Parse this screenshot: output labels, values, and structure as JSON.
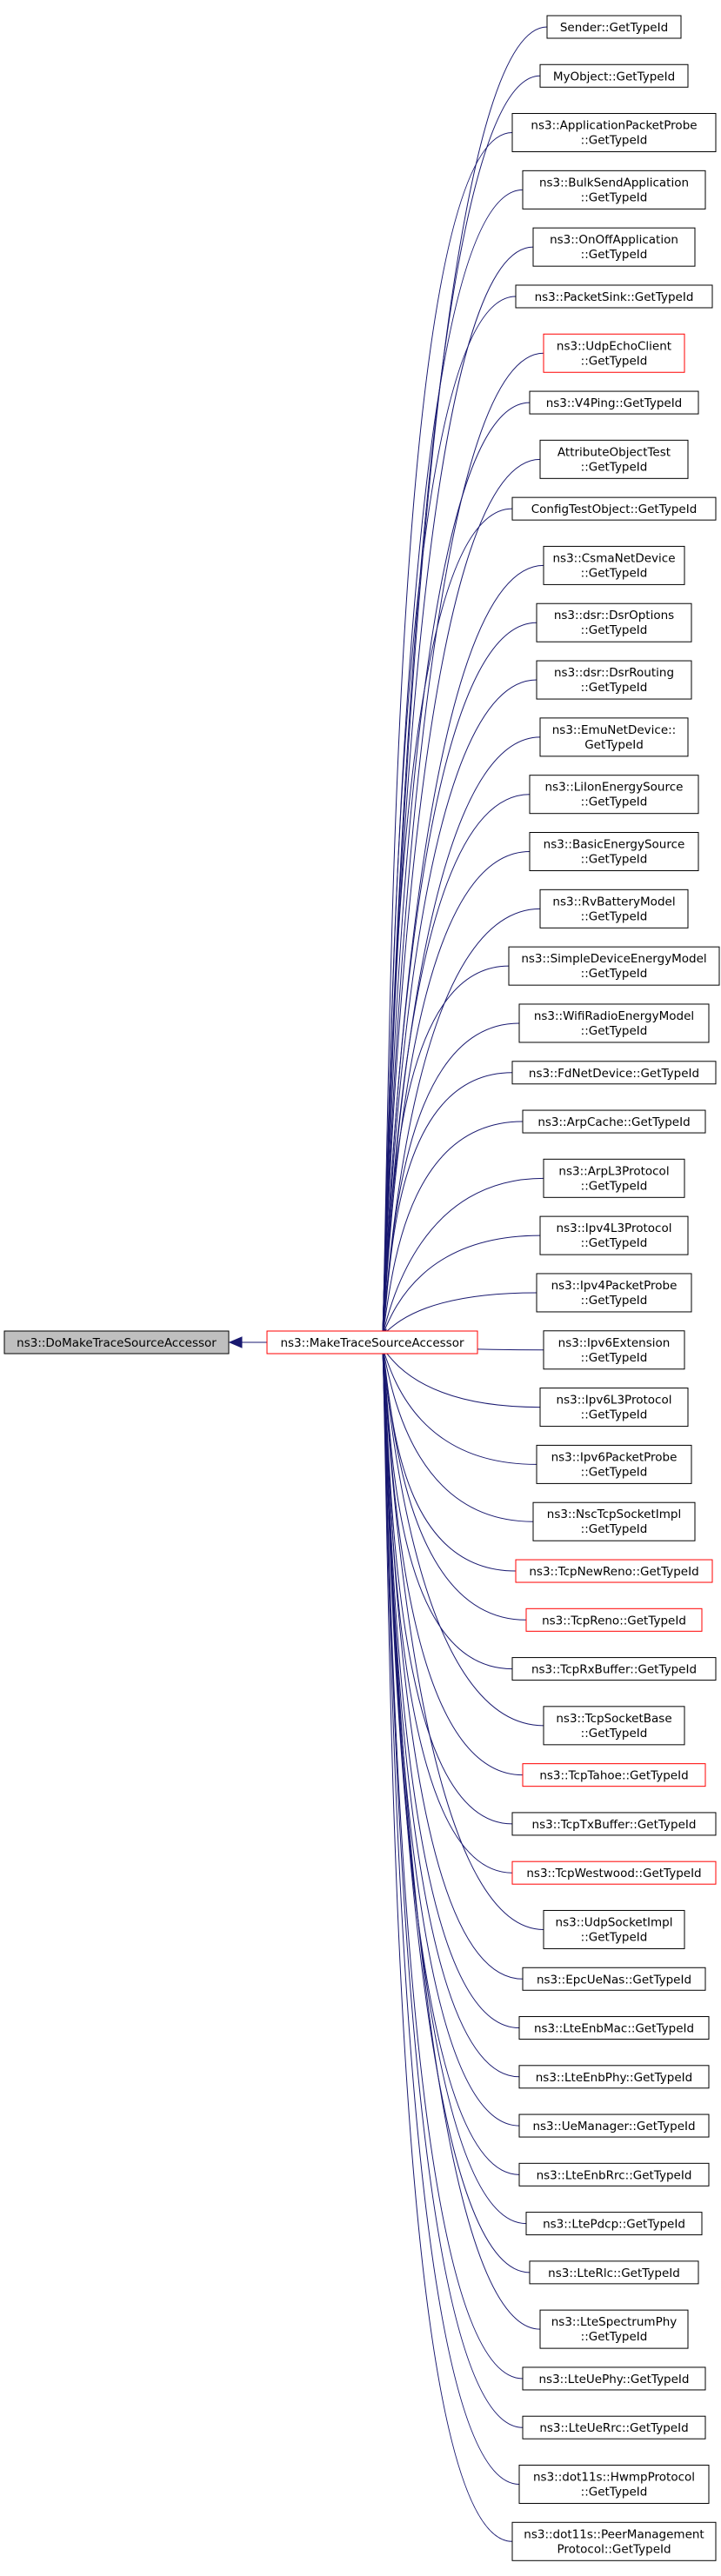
{
  "root": {
    "label": [
      "ns3::DoMakeTraceSourceAccessor"
    ],
    "highlight": "root"
  },
  "hub": {
    "label": [
      "ns3::MakeTraceSourceAccessor"
    ],
    "highlight": "red"
  },
  "colors": {
    "edge": "#191970",
    "root_fill": "#bfbfbf",
    "red_border": "#ff0000",
    "border": "#000000"
  },
  "nodes": [
    {
      "label": [
        "Sender::GetTypeId"
      ],
      "red": false
    },
    {
      "label": [
        "MyObject::GetTypeId"
      ],
      "red": false
    },
    {
      "label": [
        "ns3::ApplicationPacketProbe",
        "::GetTypeId"
      ],
      "red": false
    },
    {
      "label": [
        "ns3::BulkSendApplication",
        "::GetTypeId"
      ],
      "red": false
    },
    {
      "label": [
        "ns3::OnOffApplication",
        "::GetTypeId"
      ],
      "red": false
    },
    {
      "label": [
        "ns3::PacketSink::GetTypeId"
      ],
      "red": false
    },
    {
      "label": [
        "ns3::UdpEchoClient",
        "::GetTypeId"
      ],
      "red": true
    },
    {
      "label": [
        "ns3::V4Ping::GetTypeId"
      ],
      "red": false
    },
    {
      "label": [
        "AttributeObjectTest",
        "::GetTypeId"
      ],
      "red": false
    },
    {
      "label": [
        "ConfigTestObject::GetTypeId"
      ],
      "red": false
    },
    {
      "label": [
        "ns3::CsmaNetDevice",
        "::GetTypeId"
      ],
      "red": false
    },
    {
      "label": [
        "ns3::dsr::DsrOptions",
        "::GetTypeId"
      ],
      "red": false
    },
    {
      "label": [
        "ns3::dsr::DsrRouting",
        "::GetTypeId"
      ],
      "red": false
    },
    {
      "label": [
        "ns3::EmuNetDevice::",
        "GetTypeId"
      ],
      "red": false
    },
    {
      "label": [
        "ns3::LiIonEnergySource",
        "::GetTypeId"
      ],
      "red": false
    },
    {
      "label": [
        "ns3::BasicEnergySource",
        "::GetTypeId"
      ],
      "red": false
    },
    {
      "label": [
        "ns3::RvBatteryModel",
        "::GetTypeId"
      ],
      "red": false
    },
    {
      "label": [
        "ns3::SimpleDeviceEnergyModel",
        "::GetTypeId"
      ],
      "red": false
    },
    {
      "label": [
        "ns3::WifiRadioEnergyModel",
        "::GetTypeId"
      ],
      "red": false
    },
    {
      "label": [
        "ns3::FdNetDevice::GetTypeId"
      ],
      "red": false
    },
    {
      "label": [
        "ns3::ArpCache::GetTypeId"
      ],
      "red": false
    },
    {
      "label": [
        "ns3::ArpL3Protocol",
        "::GetTypeId"
      ],
      "red": false
    },
    {
      "label": [
        "ns3::Ipv4L3Protocol",
        "::GetTypeId"
      ],
      "red": false
    },
    {
      "label": [
        "ns3::Ipv4PacketProbe",
        "::GetTypeId"
      ],
      "red": false
    },
    {
      "label": [
        "ns3::Ipv6Extension",
        "::GetTypeId"
      ],
      "red": false
    },
    {
      "label": [
        "ns3::Ipv6L3Protocol",
        "::GetTypeId"
      ],
      "red": false
    },
    {
      "label": [
        "ns3::Ipv6PacketProbe",
        "::GetTypeId"
      ],
      "red": false
    },
    {
      "label": [
        "ns3::NscTcpSocketImpl",
        "::GetTypeId"
      ],
      "red": false
    },
    {
      "label": [
        "ns3::TcpNewReno::GetTypeId"
      ],
      "red": true
    },
    {
      "label": [
        "ns3::TcpReno::GetTypeId"
      ],
      "red": true
    },
    {
      "label": [
        "ns3::TcpRxBuffer::GetTypeId"
      ],
      "red": false
    },
    {
      "label": [
        "ns3::TcpSocketBase",
        "::GetTypeId"
      ],
      "red": false
    },
    {
      "label": [
        "ns3::TcpTahoe::GetTypeId"
      ],
      "red": true
    },
    {
      "label": [
        "ns3::TcpTxBuffer::GetTypeId"
      ],
      "red": false
    },
    {
      "label": [
        "ns3::TcpWestwood::GetTypeId"
      ],
      "red": true
    },
    {
      "label": [
        "ns3::UdpSocketImpl",
        "::GetTypeId"
      ],
      "red": false
    },
    {
      "label": [
        "ns3::EpcUeNas::GetTypeId"
      ],
      "red": false
    },
    {
      "label": [
        "ns3::LteEnbMac::GetTypeId"
      ],
      "red": false
    },
    {
      "label": [
        "ns3::LteEnbPhy::GetTypeId"
      ],
      "red": false
    },
    {
      "label": [
        "ns3::UeManager::GetTypeId"
      ],
      "red": false
    },
    {
      "label": [
        "ns3::LteEnbRrc::GetTypeId"
      ],
      "red": false
    },
    {
      "label": [
        "ns3::LtePdcp::GetTypeId"
      ],
      "red": false
    },
    {
      "label": [
        "ns3::LteRlc::GetTypeId"
      ],
      "red": false
    },
    {
      "label": [
        "ns3::LteSpectrumPhy",
        "::GetTypeId"
      ],
      "red": false
    },
    {
      "label": [
        "ns3::LteUePhy::GetTypeId"
      ],
      "red": false
    },
    {
      "label": [
        "ns3::LteUeRrc::GetTypeId"
      ],
      "red": false
    },
    {
      "label": [
        "ns3::dot11s::HwmpProtocol",
        "::GetTypeId"
      ],
      "red": false
    },
    {
      "label": [
        "ns3::dot11s::PeerManagement",
        "Protocol::GetTypeId"
      ],
      "red": false
    }
  ]
}
